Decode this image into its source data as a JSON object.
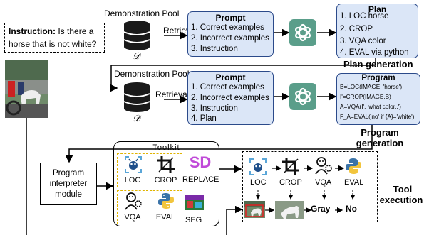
{
  "top": {
    "pool_title": "Demonstration Pool",
    "pool_symbol": "𝒟",
    "retrieval": "Retrieval",
    "instruction_bold": "Instruction:",
    "instruction_text_1": "Is there a",
    "instruction_text_2": "horse that is not white?",
    "prompt": {
      "title": "Prompt",
      "items": [
        "1. Correct examples",
        "2. Incorrect examples",
        "3. Instruction"
      ]
    },
    "plan": {
      "title": "Plan",
      "items": [
        "1. LOC horse",
        "2. CROP",
        "3. VQA color",
        "4. EVAL via python"
      ]
    },
    "stage_label": "Plan generation"
  },
  "middle": {
    "pool_title": "Demonstration Pool",
    "pool_symbol": "𝒟",
    "retrieval": "Retrieval",
    "prompt": {
      "title": "Prompt",
      "items": [
        "1. Correct examples",
        "2. Incorrect examples",
        "3. Instruction",
        "4. Plan"
      ]
    },
    "program": {
      "title": "Program",
      "lines": [
        "B=LOC(IMAGE, 'horse')",
        "I'=CROP(IMAGE,B)",
        "A=VQA(I', 'what color..')",
        "F_A=EVAL('no' if {A}='white')"
      ]
    },
    "stage_label_1": "Program",
    "stage_label_2": "generation"
  },
  "bottom": {
    "interpreter_lines": [
      "Program",
      "interpreter",
      "module"
    ],
    "toolkit_title": "Toolkit",
    "tools": [
      "LOC",
      "CROP",
      "REPLACE",
      "VQA",
      "EVAL",
      "SEG"
    ],
    "exec_tools": [
      "LOC",
      "CROP",
      "VQA",
      "EVAL"
    ],
    "exec_outputs": {
      "vqa": "Gray",
      "eval": "No"
    },
    "stage_label_1": "Tool",
    "stage_label_2": "execution",
    "sd_logo": "SD"
  },
  "colors": {
    "box_fill": "#dbe6f7",
    "box_border": "#2b4a8a",
    "chatgpt_green": "#5a9e8a",
    "toolkit_dash": "#e0b400",
    "sd_gradient": [
      "#ff4f9a",
      "#7a4dff"
    ]
  },
  "icons": [
    "database-icon",
    "chatgpt-icon",
    "loc-icon",
    "crop-icon",
    "vqa-robot-icon",
    "python-icon",
    "sd-logo-icon",
    "seg-icon",
    "photo-horse-carriage"
  ]
}
